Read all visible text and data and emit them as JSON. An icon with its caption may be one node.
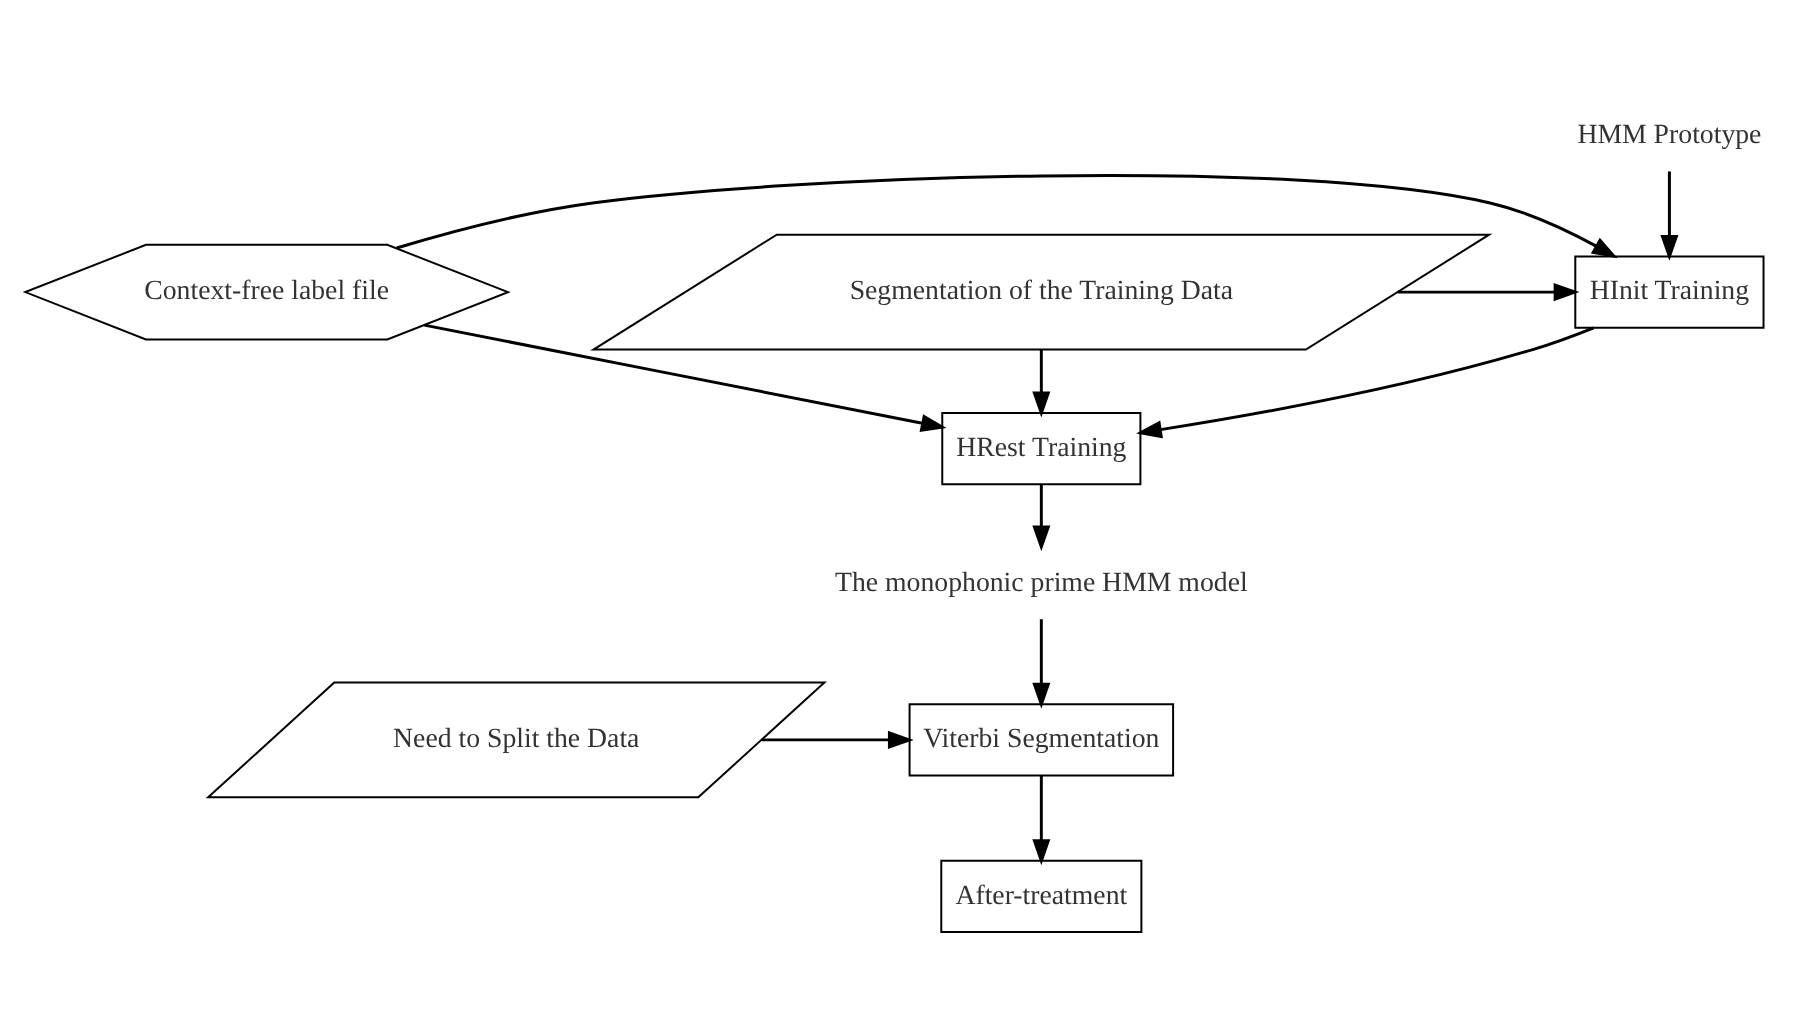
{
  "diagram": {
    "nodes": [
      {
        "text": [
          "HMM Prototype"
        ]
      },
      {
        "text": [
          "HInit Training"
        ]
      },
      {
        "text": [
          "HRest Training"
        ]
      },
      {
        "text": [
          "Context-free label file"
        ]
      },
      {
        "text": [
          "Segmentation of the Training Data"
        ]
      },
      {
        "text": [
          "The monophonic prime HMM model"
        ]
      },
      {
        "text": [
          "Viterbi Segmentation"
        ]
      },
      {
        "text": [
          "Need to Split the Data"
        ]
      },
      {
        "text": [
          "After-treatment"
        ]
      }
    ],
    "edges": [
      {
        "from": 0,
        "to": 1,
        "arrow": "to"
      },
      {
        "from": 1,
        "to": 2,
        "arrow": "to"
      },
      {
        "from": 3,
        "to": 1,
        "arrow": "to"
      },
      {
        "from": 3,
        "to": 2,
        "arrow": "to"
      },
      {
        "from": 4,
        "to": 1,
        "arrow": "to"
      },
      {
        "from": 4,
        "to": 2,
        "arrow": "to"
      },
      {
        "from": 2,
        "to": 5,
        "arrow": "to"
      },
      {
        "from": 5,
        "to": 6,
        "arrow": "to"
      },
      {
        "from": 7,
        "to": 6,
        "arrow": "to"
      },
      {
        "from": 6,
        "to": 8,
        "arrow": "to"
      }
    ]
  }
}
